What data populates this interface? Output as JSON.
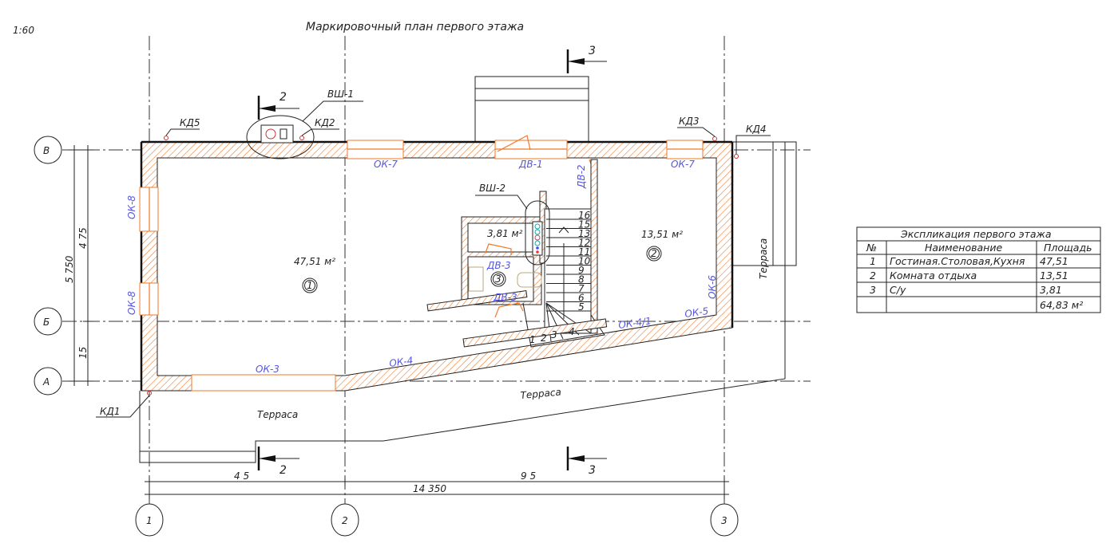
{
  "drawing": {
    "scale": "1:60",
    "title": "Маркировочный план первого этажа",
    "axes_rows": [
      "В",
      "Б",
      "А"
    ],
    "axes_cols": [
      "1",
      "2",
      "3"
    ],
    "dimensions": {
      "vertical_total": "5 750",
      "vertical_upper": "4 75",
      "vertical_lower": "15",
      "horizontal_left": "4 5",
      "horizontal_right": "9 5",
      "horizontal_total": "14 350"
    },
    "sections": {
      "s2": "2",
      "s3": "3"
    },
    "drains": [
      "КД1",
      "КД2",
      "КД3",
      "КД4",
      "КД5"
    ],
    "shafts": [
      "ВШ-1",
      "ВШ-2"
    ],
    "openings": {
      "ok7": "ОК-7",
      "ok8": "ОК-8",
      "ok3": "ОК-3",
      "ok4": "ОК-4",
      "ok41": "ОК-4/1",
      "ok5": "ОК-5",
      "ok6": "ОК-6",
      "dv1": "ДВ-1",
      "dv2": "ДВ-2",
      "dv3": "ДВ-3"
    },
    "rooms": [
      {
        "num": "1",
        "area": "47,51 м²"
      },
      {
        "num": "2",
        "area": "13,51 м²"
      },
      {
        "num": "3",
        "area": "3,81 м²"
      }
    ],
    "terrace": "Терраса",
    "stair_steps": [
      "16",
      "15",
      "13",
      "12",
      "11",
      "10",
      "9",
      "8",
      "7",
      "6",
      "5",
      "4",
      "3",
      "2",
      "1"
    ]
  },
  "table": {
    "title": "Экспликация первого этажа",
    "headers": [
      "№",
      "Наименование",
      "Площадь"
    ],
    "rows": [
      [
        "1",
        "Гостиная.Столовая,Кухня",
        "47,51"
      ],
      [
        "2",
        "Комната отдыха",
        "13,51"
      ],
      [
        "3",
        "С/у",
        "3,81"
      ]
    ],
    "total": "64,83 м²"
  },
  "colors": {
    "wall_hatch": "#f07a2a",
    "label_blue": "#5656e6",
    "window": "#f07a2a"
  }
}
